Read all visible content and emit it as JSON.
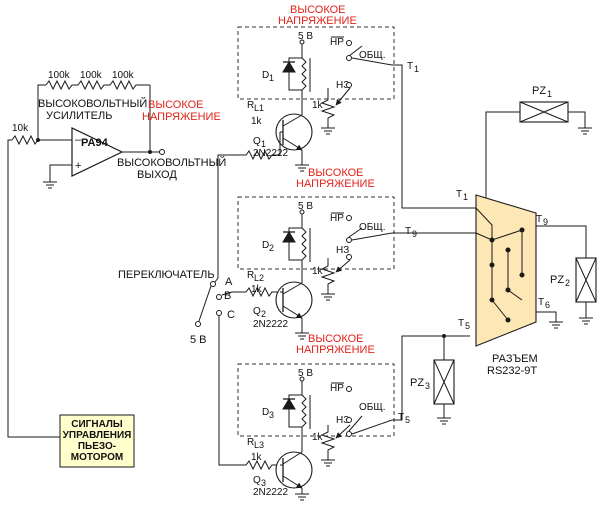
{
  "colors": {
    "wire": "#1a1a1a",
    "high_voltage_label": "#e2231a",
    "connector_fill": "#fde7b5",
    "control_box_fill": "#ffffcc"
  },
  "amplifier": {
    "input_resistor": "10k",
    "feedback_resistors": [
      "100k",
      "100k",
      "100k"
    ],
    "label_line1": "ВЫСОКОВОЛЬТНЫЙ",
    "label_line2": "УСИЛИТЕЛЬ",
    "part": "PA94",
    "minus": "–",
    "plus": "+",
    "output_line1": "ВЫСОКОВОЛЬТНЫЙ",
    "output_line2": "ВЫХОД"
  },
  "hv_labels": {
    "line1": "ВЫСОКОЕ",
    "line2": "НАПРЯЖЕНИЕ"
  },
  "channels": [
    {
      "rl_main": "R",
      "rl_sub": "L1",
      "res_value": "1k",
      "q_main": "Q",
      "q_sub": "1",
      "transistor": "2N2222",
      "d_main": "D",
      "d_sub": "1",
      "supply": "5 В",
      "nc": "НР",
      "com": "ОБЩ.",
      "no": "НЗ",
      "pot": "1k",
      "t_main": "T",
      "t_sub": "1"
    },
    {
      "rl_main": "R",
      "rl_sub": "L2",
      "res_value": "1k",
      "q_main": "Q",
      "q_sub": "2",
      "transistor": "2N2222",
      "d_main": "D",
      "d_sub": "2",
      "supply": "5 В",
      "nc": "НР",
      "com": "ОБЩ.",
      "no": "НЗ",
      "pot": "1k",
      "t_main": "T",
      "t_sub": "9"
    },
    {
      "rl_main": "R",
      "rl_sub": "L3",
      "res_value": "1k",
      "q_main": "Q",
      "q_sub": "3",
      "transistor": "2N2222",
      "d_main": "D",
      "d_sub": "3",
      "supply": "5 В",
      "nc": "НР",
      "com": "ОБЩ.",
      "no": "НЗ",
      "pot": "1k",
      "t_main": "T",
      "t_sub": "5"
    }
  ],
  "switch": {
    "label": "ПЕРЕКЛЮЧАТЕЛЬ",
    "a": "A",
    "b": "B",
    "c": "C",
    "supply": "5 В"
  },
  "control_box": {
    "line1": "СИГНАЛЫ",
    "line2": "УПРАВЛЕНИЯ",
    "line3": "ПЬЕЗО-",
    "line4": "МОТОРОМ"
  },
  "connector": {
    "line1": "РАЗЪЕМ",
    "line2": "RS232-9T",
    "pins": [
      {
        "main": "T",
        "sub": "1"
      },
      {
        "main": "T",
        "sub": "9"
      },
      {
        "main": "T",
        "sub": "6"
      },
      {
        "main": "T",
        "sub": "5"
      }
    ]
  },
  "piezos": [
    {
      "main": "PZ",
      "sub": "1"
    },
    {
      "main": "PZ",
      "sub": "2"
    },
    {
      "main": "PZ",
      "sub": "3"
    }
  ]
}
